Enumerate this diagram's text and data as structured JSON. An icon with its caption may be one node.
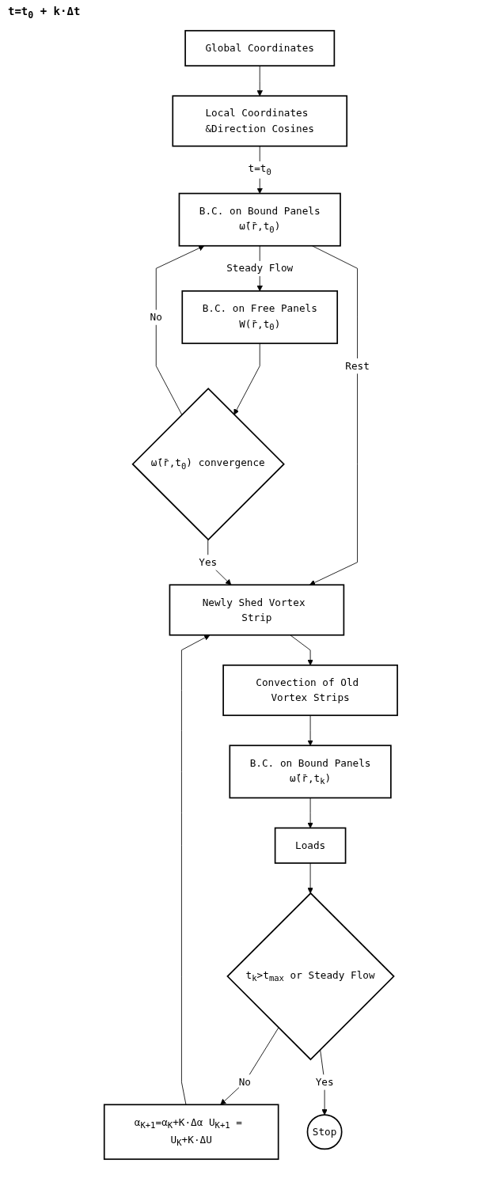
{
  "diagram": {
    "nodes": [
      {
        "text": [
          "Global Coordinates"
        ]
      },
      {
        "text": [
          "Local Coordinates &Direction Cosines"
        ]
      },
      {
        "text": [
          "B.C. on Free Panels",
          "W(r̄,t$_{0}$)"
        ]
      },
      {
        "text": [
          "B.C. on Bound Panels",
          "ω̄(r̄,t$_{0}$)"
        ]
      },
      {
        "text": [
          "ω̄(r̄,t$_{0}$) convergence"
        ]
      },
      {
        "text": [
          "α$_{K+1}$=α$_{K}$+K·Δα U$_{K+1}$ = U$_{K}$+K·ΔU"
        ]
      },
      {
        "text": [
          "Newly Shed Vortex Strip"
        ]
      },
      {
        "text": [
          "Convection of Old Vortex Strips"
        ]
      },
      {
        "text": [
          "t$_{k}$>t$_{max}$ or Steady Flow"
        ]
      },
      {
        "text": [
          "B.C. on Bound Panels",
          "ω̄(r̄,t$_{k}$)"
        ]
      },
      {
        "text": [
          "Stop"
        ]
      },
      {
        "text": [
          "Loads"
        ]
      }
    ],
    "edges": [
      {
        "from": 0,
        "to": 1,
        "arrow": "to"
      },
      {
        "from": 1,
        "to": 3,
        "arrow": "to",
        "label": "t=t$_{0}$"
      },
      {
        "from": 3,
        "to": 2,
        "arrow": "to",
        "label": "Steady Flow"
      },
      {
        "from": 3,
        "to": 6,
        "arrow": "to",
        "label": "Rest"
      },
      {
        "from": 2,
        "to": 4,
        "arrow": "to"
      },
      {
        "from": 4,
        "to": 3,
        "arrow": "to",
        "label": "No"
      },
      {
        "from": 4,
        "to": 6,
        "arrow": "to",
        "label": "Yes"
      },
      {
        "from": 6,
        "to": 7,
        "arrow": "to"
      },
      {
        "from": 7,
        "to": 9,
        "arrow": "to"
      },
      {
        "from": 9,
        "to": 11,
        "arrow": "to"
      },
      {
        "from": 11,
        "to": 8,
        "arrow": "to"
      },
      {
        "from": 8,
        "to": 5,
        "arrow": "to",
        "label": "No"
      },
      {
        "from": 8,
        "to": 10,
        "arrow": "to",
        "label": "Yes"
      },
      {
        "from": 5,
        "to": 6,
        "arrow": "to"
      }
    ],
    "labels": [
      "t=t$_{0}$ + k·Δt"
    ]
  }
}
